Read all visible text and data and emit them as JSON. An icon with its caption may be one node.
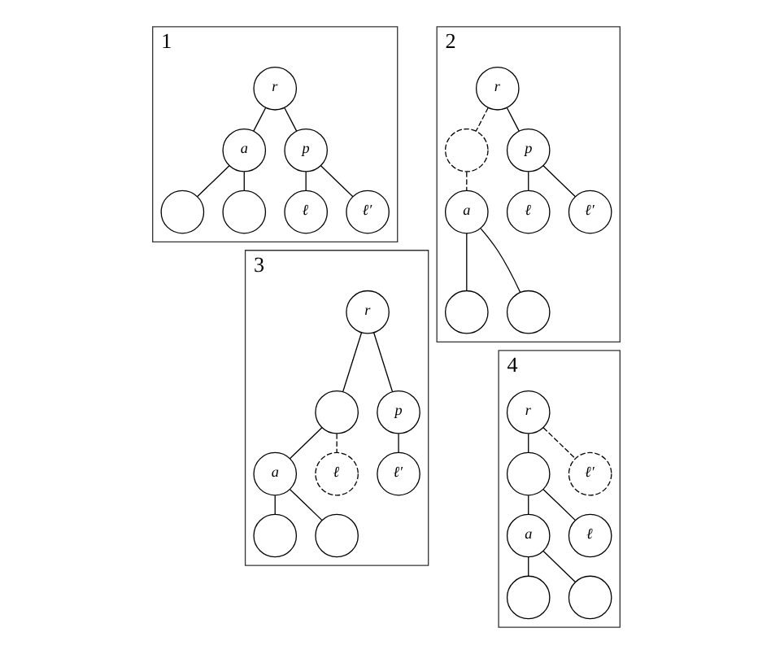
{
  "diagram": {
    "nodes": [
      {
        "text": [
          "1"
        ]
      },
      {
        "text": [
          "r"
        ],
        "in": 0
      },
      {
        "text": [
          "a"
        ],
        "in": 0
      },
      {
        "text": [
          "p"
        ],
        "in": 0
      },
      {
        "text": [],
        "shape": "circle",
        "in": 0
      },
      {
        "text": [],
        "shape": "circle",
        "in": 0
      },
      {
        "text": [
          "ℓ"
        ],
        "in": 0
      },
      {
        "text": [
          "ℓ′"
        ],
        "in": 0
      },
      {
        "text": [
          "2"
        ]
      },
      {
        "text": [
          "r"
        ],
        "in": 8
      },
      {
        "text": [],
        "shape": "circle",
        "in": 8
      },
      {
        "text": [
          "p"
        ],
        "in": 8
      },
      {
        "text": [
          "a"
        ],
        "in": 8
      },
      {
        "text": [
          "ℓ"
        ],
        "in": 8
      },
      {
        "text": [
          "ℓ′"
        ],
        "in": 8
      },
      {
        "text": [],
        "shape": "circle",
        "in": 8
      },
      {
        "text": [],
        "shape": "circle",
        "in": 8
      },
      {
        "text": [
          "3"
        ]
      },
      {
        "text": [
          "r"
        ],
        "in": 17
      },
      {
        "text": [],
        "shape": "circle",
        "in": 17
      },
      {
        "text": [
          "p"
        ],
        "in": 17
      },
      {
        "text": [
          "a"
        ],
        "in": 17
      },
      {
        "text": [
          "ℓ"
        ],
        "in": 17
      },
      {
        "text": [
          "ℓ′"
        ],
        "in": 17
      },
      {
        "text": [],
        "shape": "circle",
        "in": 17
      },
      {
        "text": [],
        "shape": "circle",
        "in": 17
      },
      {
        "text": [
          "4"
        ]
      },
      {
        "text": [
          "r"
        ],
        "in": 26
      },
      {
        "text": [],
        "shape": "circle",
        "in": 26
      },
      {
        "text": [
          "ℓ′"
        ],
        "in": 26
      },
      {
        "text": [
          "a"
        ],
        "in": 26
      },
      {
        "text": [
          "ℓ"
        ],
        "in": 26
      },
      {
        "text": [],
        "shape": "circle",
        "in": 26
      },
      {
        "text": [],
        "shape": "circle",
        "in": 26
      }
    ],
    "edges": [
      {
        "from": 1,
        "to": 2,
        "arrow": "none"
      },
      {
        "from": 1,
        "to": 3,
        "arrow": "none"
      },
      {
        "from": 2,
        "to": 4,
        "arrow": "none"
      },
      {
        "from": 2,
        "to": 5,
        "arrow": "none"
      },
      {
        "from": 3,
        "to": 6,
        "arrow": "none"
      },
      {
        "from": 3,
        "to": 7,
        "arrow": "none"
      },
      {
        "from": 9,
        "to": 10,
        "arrow": "none",
        "style": "dashed"
      },
      {
        "from": 9,
        "to": 11,
        "arrow": "none"
      },
      {
        "from": 10,
        "to": 12,
        "arrow": "none",
        "style": "dashed"
      },
      {
        "from": 11,
        "to": 13,
        "arrow": "none"
      },
      {
        "from": 11,
        "to": 14,
        "arrow": "none"
      },
      {
        "from": 12,
        "to": 15,
        "arrow": "none"
      },
      {
        "from": 12,
        "to": 16,
        "arrow": "none"
      },
      {
        "from": 18,
        "to": 19,
        "arrow": "none"
      },
      {
        "from": 18,
        "to": 20,
        "arrow": "none"
      },
      {
        "from": 19,
        "to": 21,
        "arrow": "none"
      },
      {
        "from": 19,
        "to": 22,
        "arrow": "none",
        "style": "dashed"
      },
      {
        "from": 20,
        "to": 23,
        "arrow": "none"
      },
      {
        "from": 21,
        "to": 24,
        "arrow": "none"
      },
      {
        "from": 21,
        "to": 25,
        "arrow": "none"
      },
      {
        "from": 27,
        "to": 28,
        "arrow": "none"
      },
      {
        "from": 27,
        "to": 29,
        "arrow": "none",
        "style": "dashed"
      },
      {
        "from": 28,
        "to": 30,
        "arrow": "none"
      },
      {
        "from": 28,
        "to": 31,
        "arrow": "none"
      },
      {
        "from": 30,
        "to": 32,
        "arrow": "none"
      },
      {
        "from": 30,
        "to": 33,
        "arrow": "none"
      }
    ]
  }
}
